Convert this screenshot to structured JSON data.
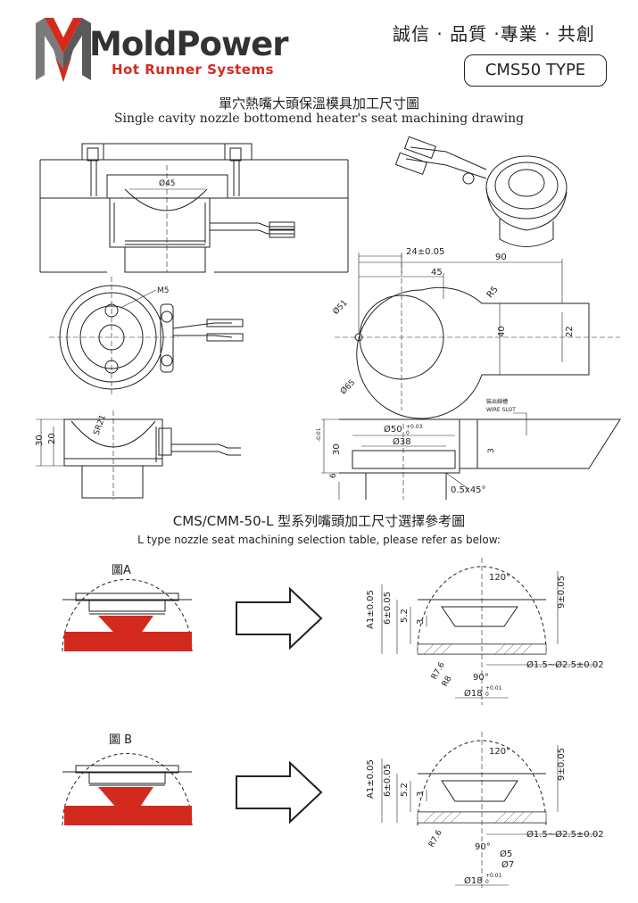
{
  "brand": {
    "name": "MoldPower",
    "subtitle": "Hot Runner Systems"
  },
  "slogan": "誠信 · 品質 ·專業 · 共創",
  "model_type": "CMS50 TYPE",
  "drawing_title": {
    "cn": "單穴熱嘴大頭保溫模具加工尺寸圖",
    "en": "Single cavity nozzle bottomend heater's seat machining drawing"
  },
  "top_dimensions": {
    "phi45": "Ø45",
    "m5": "M5",
    "sr21": "SR21",
    "h30": "30",
    "h20": "20",
    "d24": "24±0.05",
    "d90": "90",
    "d45": "45",
    "r5": "R5",
    "phi51": "Ø51",
    "phi65": "Ø65",
    "w40": "40",
    "w22": "22",
    "wire_slot_cn": "裝出線槽",
    "wire_slot_en": "WIRE SLOT",
    "phi50": "Ø50",
    "phi50_tol": "+0.03",
    "phi50_tol0": "0",
    "phi38": "Ø38",
    "h30b": "30",
    "h30b_tol": "-0.01",
    "h30b_tol0": "0",
    "h6": "6",
    "d3": "3",
    "chamfer": "0.5x45°"
  },
  "section_title": {
    "cn": "CMS/CMM-50-L 型系列嘴頭加工尺寸選擇參考圖",
    "en": "L type nozzle seat machining selection table, please refer as below:"
  },
  "diagram_a": {
    "label": "圖A",
    "a1": "A1±0.05",
    "d6": "6±0.05",
    "d52": "5.2",
    "d3": "3",
    "angle120": "120°",
    "d9": "9±0.05",
    "r7": "R7.6",
    "r8": "R8",
    "angle90": "90°",
    "phi15": "Ø1.5~Ø2.5±0.02",
    "phi18": "Ø18",
    "phi18_tol": "+0.01",
    "phi18_tol0": "0"
  },
  "diagram_b": {
    "label": "圖 B",
    "a1": "A1±0.05",
    "d6": "6±0.05",
    "d52": "5.2",
    "d3": "3",
    "angle120": "120°",
    "d9": "9±0.05",
    "r7": "R7.6",
    "angle90": "90°",
    "phi15": "Ø1.5~Ø2.5±0.02",
    "phi5": "Ø5",
    "phi7": "Ø7",
    "phi18": "Ø18",
    "phi18_tol": "+0.01",
    "phi18_tol0": "0"
  }
}
